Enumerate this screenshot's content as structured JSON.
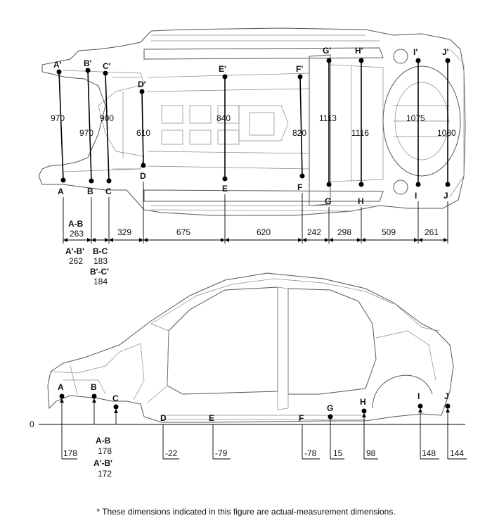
{
  "footnote": "* These dimensions indicated in this figure are actual-measurement dimensions.",
  "top_view": {
    "points_bottom": [
      "A",
      "B",
      "C",
      "D",
      "E",
      "F",
      "G",
      "H",
      "I",
      "J"
    ],
    "points_top": [
      "A'",
      "B'",
      "C'",
      "D'",
      "E'",
      "F'",
      "G'",
      "H'",
      "I'",
      "J'"
    ],
    "cross_dims": {
      "aa": "970",
      "bb": "970",
      "cc": "900",
      "dd": "610",
      "ee": "840",
      "ff": "820",
      "gg": "1113",
      "hh": "1116",
      "ii": "1075",
      "jj": "1080"
    },
    "length_dims": [
      "329",
      "675",
      "620",
      "242",
      "298",
      "509",
      "261"
    ],
    "ab_label": "A-B",
    "ab_value": "263",
    "apbp_label": "A'-B'",
    "apbp_value": "262",
    "bc_label": "B-C",
    "bc_value": "183",
    "bpcp_label": "B'-C'",
    "bpcp_value": "184"
  },
  "side_view": {
    "zero_label": "0",
    "points": [
      "A",
      "B",
      "C",
      "D",
      "E",
      "F",
      "G",
      "H",
      "I",
      "J"
    ],
    "heights": {
      "a": "178",
      "d": "-22",
      "e": "-79",
      "f": "-78",
      "g": "15",
      "h": "98",
      "i": "148",
      "j": "144"
    },
    "ab_label": "A-B",
    "ab_value": "178",
    "apbp_label": "A'-B'",
    "apbp_value": "172"
  }
}
